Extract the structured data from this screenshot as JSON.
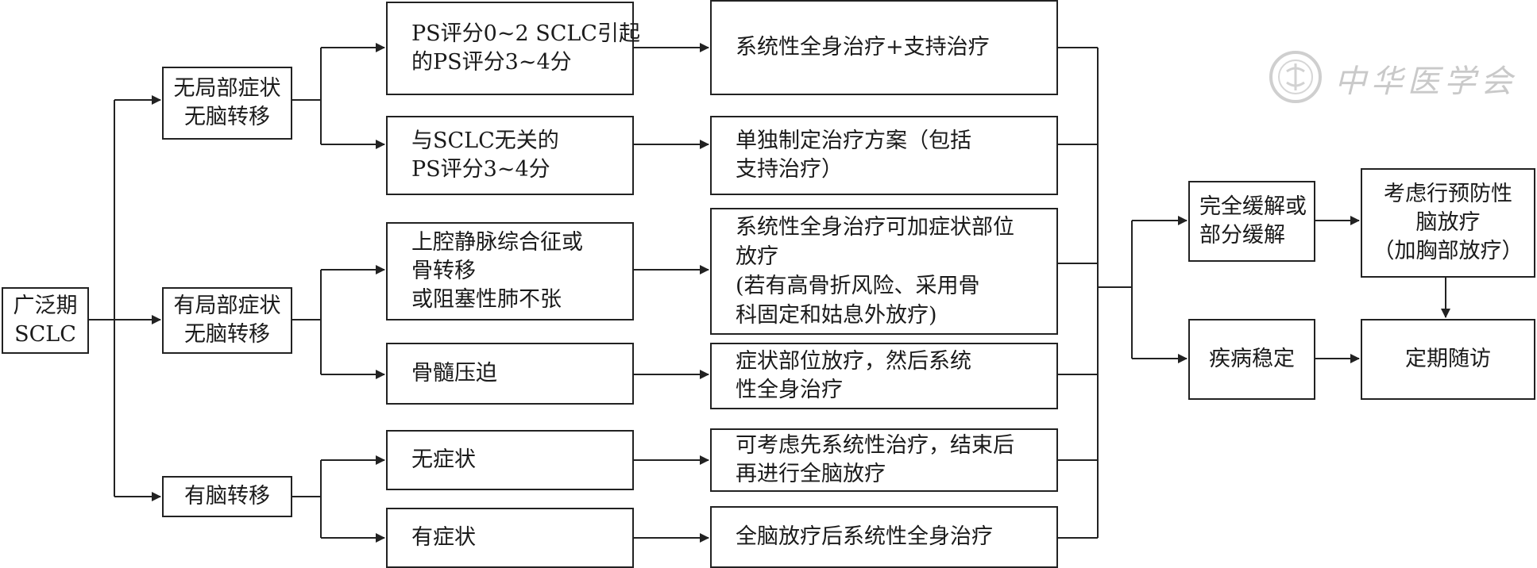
{
  "root": {
    "lines": [
      "广泛期",
      "SCLC"
    ]
  },
  "level1": [
    {
      "lines": [
        "无局部症状",
        "无脑转移"
      ]
    },
    {
      "lines": [
        "有局部症状",
        "无脑转移"
      ]
    },
    {
      "lines": [
        "有脑转移"
      ]
    }
  ],
  "conditions": [
    {
      "lines": [
        "PS评分0~2 SCLC引起",
        "的PS评分3~4分"
      ]
    },
    {
      "lines": [
        "与SCLC无关的",
        "PS评分3~4分"
      ]
    },
    {
      "lines": [
        "上腔静脉综合征或",
        "骨转移",
        "或阻塞性肺不张"
      ]
    },
    {
      "lines": [
        "骨髓压迫"
      ]
    },
    {
      "lines": [
        "无症状"
      ]
    },
    {
      "lines": [
        "有症状"
      ]
    }
  ],
  "treatments": [
    {
      "lines": [
        "系统性全身治疗+支持治疗"
      ]
    },
    {
      "lines": [
        "单独制定治疗方案（包括",
        "支持治疗）"
      ]
    },
    {
      "lines": [
        "系统性全身治疗可加症状部位",
        "放疗",
        "(若有高骨折风险、采用骨",
        "科固定和姑息外放疗)"
      ]
    },
    {
      "lines": [
        "症状部位放疗，然后系统",
        "性全身治疗"
      ]
    },
    {
      "lines": [
        "可考虑先系统性治疗，结束后",
        "再进行全脑放疗"
      ]
    },
    {
      "lines": [
        "全脑放疗后系统性全身治疗"
      ]
    }
  ],
  "outcomes": [
    {
      "lines": [
        "完全缓解或",
        "部分缓解"
      ]
    },
    {
      "lines": [
        "疾病稳定"
      ]
    }
  ],
  "next_steps": [
    {
      "lines": [
        "考虑行预防性",
        "脑放疗",
        "（加胸部放疗）"
      ]
    },
    {
      "lines": [
        "定期随访"
      ]
    }
  ],
  "watermark": {
    "text": "中华医学会",
    "icon": "society-seal-icon"
  }
}
